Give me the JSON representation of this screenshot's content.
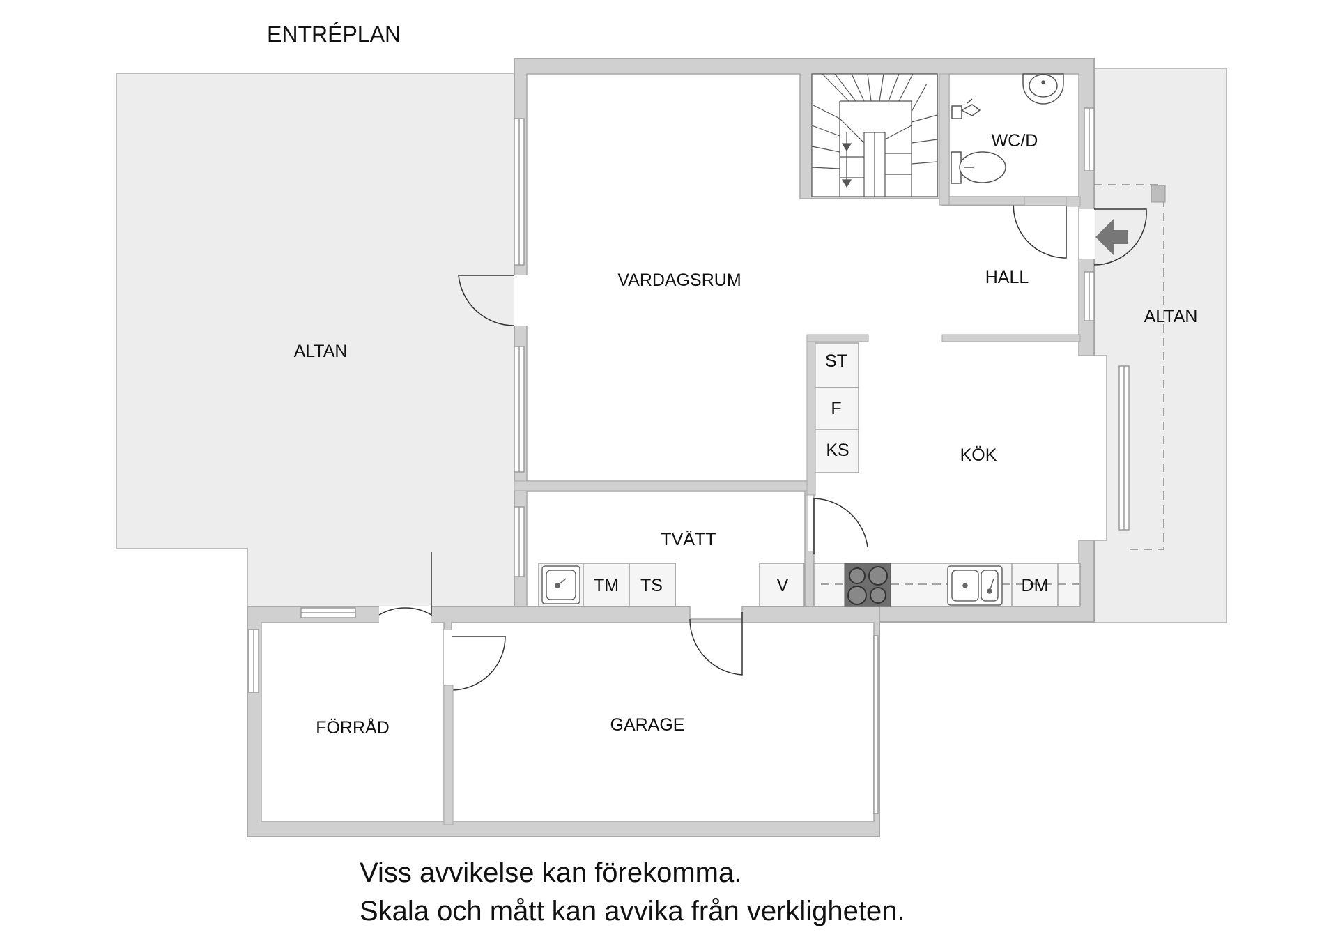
{
  "plan_title": "ENTRÉPLAN",
  "rooms": {
    "altan_left": "ALTAN",
    "vardagsrum": "VARDAGSRUM",
    "hall": "HALL",
    "wcd": "WC/D",
    "altan_right": "ALTAN",
    "kok": "KÖK",
    "tvatt": "TVÄTT",
    "forrad": "FÖRRÅD",
    "garage": "GARAGE"
  },
  "fixtures": {
    "st": "ST",
    "f": "F",
    "ks": "KS",
    "tm": "TM",
    "ts": "TS",
    "v": "V",
    "dm": "DM"
  },
  "icons": [
    "stairs-icon",
    "sink-icon",
    "toilet-icon",
    "wash-basin-icon",
    "stove-icon",
    "entrance-arrow-icon"
  ],
  "colors": {
    "wall": "#d0d0d0",
    "wall_edge": "#a8a8a8",
    "terrace": "#ededed",
    "floor": "#ffffff",
    "stove": "#6e6e6e"
  },
  "disclaimer": {
    "line1": "Viss avvikelse kan förekomma.",
    "line2": "Skala och mått kan avvika från verkligheten."
  }
}
